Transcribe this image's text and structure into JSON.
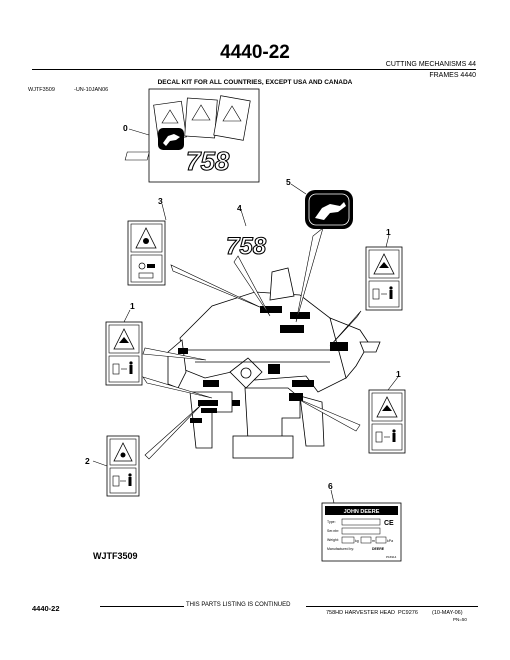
{
  "header": {
    "page_number": "4440-22",
    "section_title": "CUTTING MECHANISMS 44",
    "section_subtitle": "FRAMES 4440"
  },
  "figure": {
    "caption": "DECAL KIT FOR ALL COUNTRIES, EXCEPT USA AND CANADA",
    "figure_id": "WJTF3509",
    "figure_date": "-UN-10JAN06",
    "drawing_ref": "WJTF3509",
    "model_decal_text": "758",
    "callouts": [
      "0",
      "1",
      "1",
      "1",
      "2",
      "3",
      "4",
      "5",
      "6"
    ],
    "serial_plate": {
      "brand": "JOHN DEERE",
      "labels": [
        "Type:",
        "Ser.nbr:",
        "Weight:",
        "Manufactured by:"
      ],
      "units": [
        "kg",
        "m",
        "kPa"
      ],
      "ce_mark": "CE",
      "maker": "DEERE",
      "part_code": "P16914"
    }
  },
  "footer": {
    "left_page": "4440-22",
    "continued": "THIS PARTS LISTING IS CONTINUED",
    "doc": "758HD HARVESTER HEAD",
    "code": "PC9276",
    "date": "(10-MAY-06)",
    "pn": "PN=50"
  }
}
